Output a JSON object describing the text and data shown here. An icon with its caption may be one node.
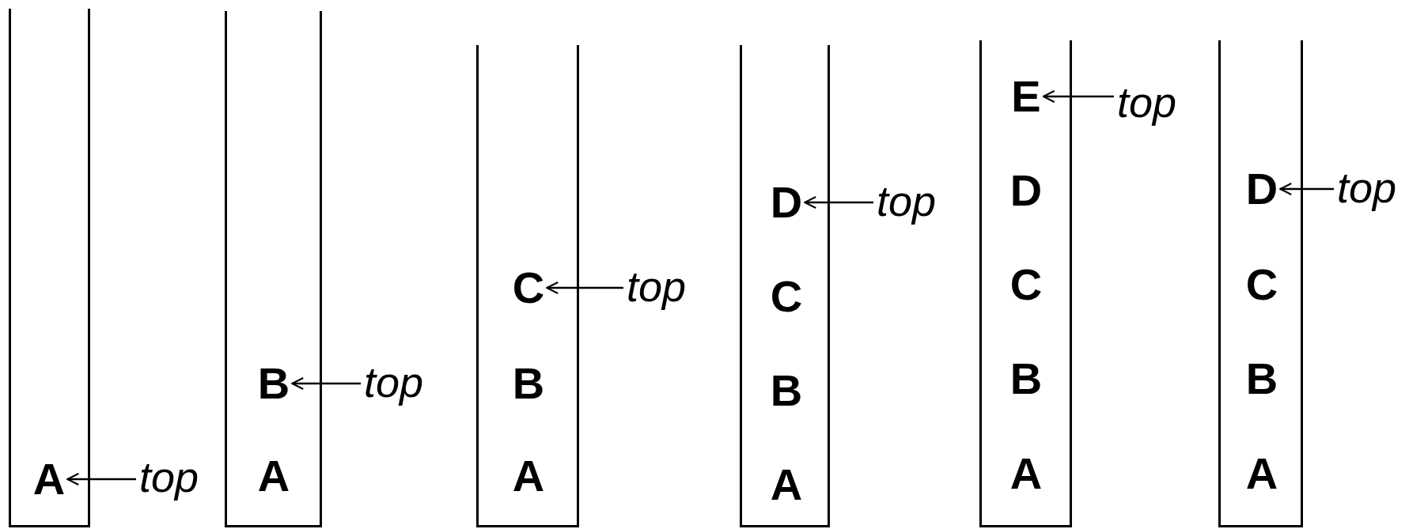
{
  "diagram": {
    "nodes": [
      {
        "text": [],
        "shape": "box"
      },
      {
        "text": [
          "A"
        ],
        "in": 0
      },
      {
        "text": [
          "top"
        ]
      },
      {
        "text": [],
        "shape": "box"
      },
      {
        "text": [
          "B"
        ],
        "in": 3
      },
      {
        "text": [
          "A"
        ],
        "in": 3
      },
      {
        "text": [
          "top"
        ]
      },
      {
        "text": [],
        "shape": "box"
      },
      {
        "text": [
          "C"
        ],
        "in": 7
      },
      {
        "text": [
          "B"
        ],
        "in": 7
      },
      {
        "text": [
          "A"
        ],
        "in": 7
      },
      {
        "text": [
          "top"
        ]
      },
      {
        "text": [],
        "shape": "box"
      },
      {
        "text": [
          "D"
        ],
        "in": 12
      },
      {
        "text": [
          "C"
        ],
        "in": 12
      },
      {
        "text": [
          "B"
        ],
        "in": 12
      },
      {
        "text": [
          "A"
        ],
        "in": 12
      },
      {
        "text": [
          "top"
        ]
      },
      {
        "text": [],
        "shape": "box"
      },
      {
        "text": [
          "E"
        ],
        "in": 18
      },
      {
        "text": [
          "D"
        ],
        "in": 18
      },
      {
        "text": [
          "C"
        ],
        "in": 18
      },
      {
        "text": [
          "B"
        ],
        "in": 18
      },
      {
        "text": [
          "A"
        ],
        "in": 18
      },
      {
        "text": [
          "top"
        ]
      },
      {
        "text": [],
        "shape": "box"
      },
      {
        "text": [
          "D"
        ],
        "in": 25
      },
      {
        "text": [
          "C"
        ],
        "in": 25
      },
      {
        "text": [
          "B"
        ],
        "in": 25
      },
      {
        "text": [
          "A"
        ],
        "in": 25
      },
      {
        "text": [
          "top"
        ]
      }
    ],
    "edges": [
      {
        "from": 2,
        "to": 1,
        "arrow": "to"
      },
      {
        "from": 6,
        "to": 4,
        "arrow": "to"
      },
      {
        "from": 11,
        "to": 8,
        "arrow": "to"
      },
      {
        "from": 17,
        "to": 13,
        "arrow": "to"
      },
      {
        "from": 24,
        "to": 19,
        "arrow": "to"
      },
      {
        "from": 30,
        "to": 26,
        "arrow": "to"
      }
    ]
  }
}
